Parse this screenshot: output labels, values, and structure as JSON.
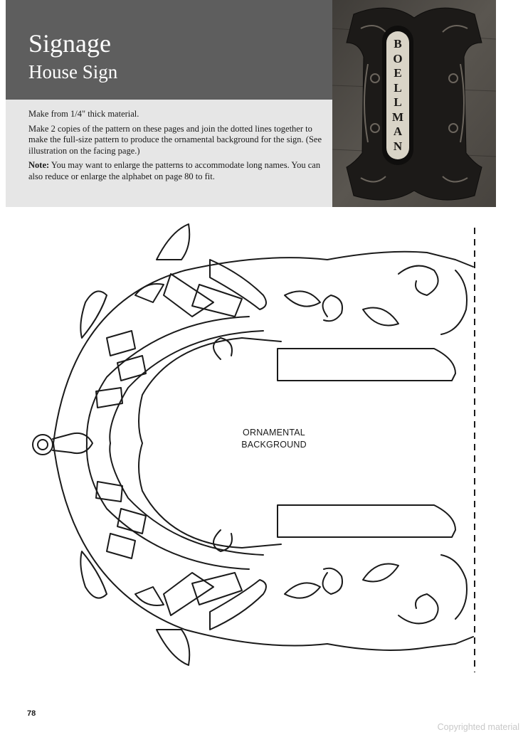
{
  "header": {
    "title": "Signage",
    "subtitle": "House Sign"
  },
  "instructions": {
    "material": "Make from 1/4\" thick material.",
    "copies": "Make 2 copies of the pattern on these pages and join the dotted lines together to make the full-size pattern to produce the ornamental background for the sign. (See illustration on the facing page.)",
    "note_label": "Note:",
    "note_text": " You may want to enlarge the patterns to accommodate long names. You can also reduce or enlarge the alphabet on page 80 to fit."
  },
  "photo": {
    "sign_letters": [
      "B",
      "O",
      "E",
      "L",
      "L",
      "M",
      "A",
      "N"
    ]
  },
  "pattern": {
    "label_line1": "ORNAMENTAL",
    "label_line2": "BACKGROUND"
  },
  "footer": {
    "page_number": "78",
    "watermark": "Copyrighted material"
  },
  "colors": {
    "header_band": "#5e5e5e",
    "intro_box": "#e6e6e6",
    "photo_wood": "#4a4742"
  }
}
